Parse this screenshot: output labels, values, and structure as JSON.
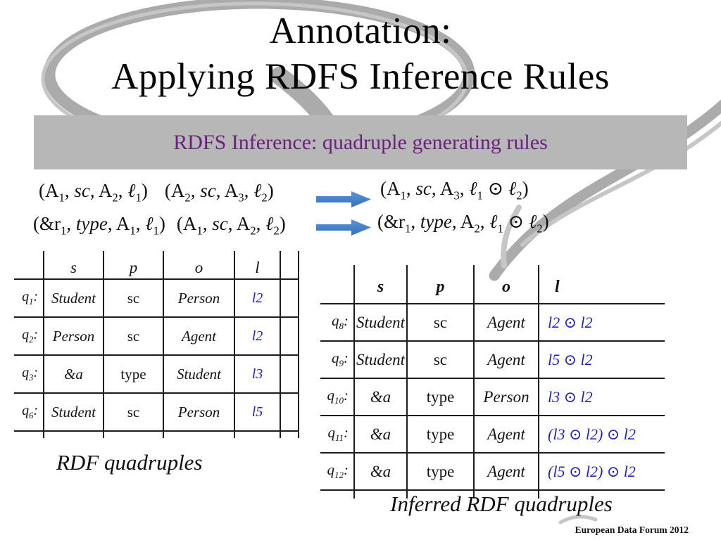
{
  "colors": {
    "banner_bg": "#b7b7b7",
    "banner_text": "#6e2080",
    "accent_blue": "#2222c4",
    "arrow_light": "#5b96d6",
    "arrow_dark": "#3370bd",
    "swoosh_gray": "#ababab",
    "table_line": "#1c1c1c"
  },
  "slide": {
    "title_line1": "Annotation:",
    "title_line2": "Applying RDFS Inference Rules",
    "banner_text": "RDFS Inference: quadruple generating rules",
    "footer": "European Data Forum 2012"
  },
  "rules": {
    "rows": [
      {
        "premise1": "(A_1, sc, A_2, ℓ_1)",
        "premise2": "(A_2, sc, A_3, ℓ_2)",
        "conclusion": "(A_1, sc, A_3, ℓ_1 ⊙ ℓ_2)"
      },
      {
        "premise1": "(&r_1, type, A_1, ℓ_1)",
        "premise2": "(A_1, sc, A_2, ℓ_2)",
        "conclusion": "(&r_1, type, A_2, ℓ_1 ⊙ ℓ_2)"
      }
    ]
  },
  "left_table": {
    "caption": "RDF quadruples",
    "headers": {
      "s": "s",
      "p": "p",
      "o": "o",
      "l": "l"
    },
    "rows": [
      {
        "label": "q_1:",
        "s": "Student",
        "p": "sc",
        "o": "Person",
        "l": "l2"
      },
      {
        "label": "q_2:",
        "s": "Person",
        "p": "sc",
        "o": "Agent",
        "l": "l2"
      },
      {
        "label": "q_3:",
        "s": "&a",
        "p": "type",
        "o": "Student",
        "l": "l3"
      },
      {
        "label": "q_6:",
        "s": "Student",
        "p": "sc",
        "o": "Person",
        "l": "l5"
      }
    ]
  },
  "right_table": {
    "caption": "Inferred RDF quadruples",
    "headers": {
      "s": "s",
      "p": "p",
      "o": "o",
      "l": "l"
    },
    "rows": [
      {
        "label": "q_8:",
        "s": "Student",
        "p": "sc",
        "o": "Agent",
        "l": "l2 ⊙ l2"
      },
      {
        "label": "q_9:",
        "s": "Student",
        "p": "sc",
        "o": "Agent",
        "l": "l5 ⊙ l2"
      },
      {
        "label": "q_10:",
        "s": "&a",
        "p": "type",
        "o": "Person",
        "l": "l3 ⊙ l2"
      },
      {
        "label": "q_11:",
        "s": "&a",
        "p": "type",
        "o": "Agent",
        "l": "(l3 ⊙ l2) ⊙ l2"
      },
      {
        "label": "q_12:",
        "s": "&a",
        "p": "type",
        "o": "Agent",
        "l": "(l5 ⊙ l2) ⊙ l2"
      }
    ]
  }
}
